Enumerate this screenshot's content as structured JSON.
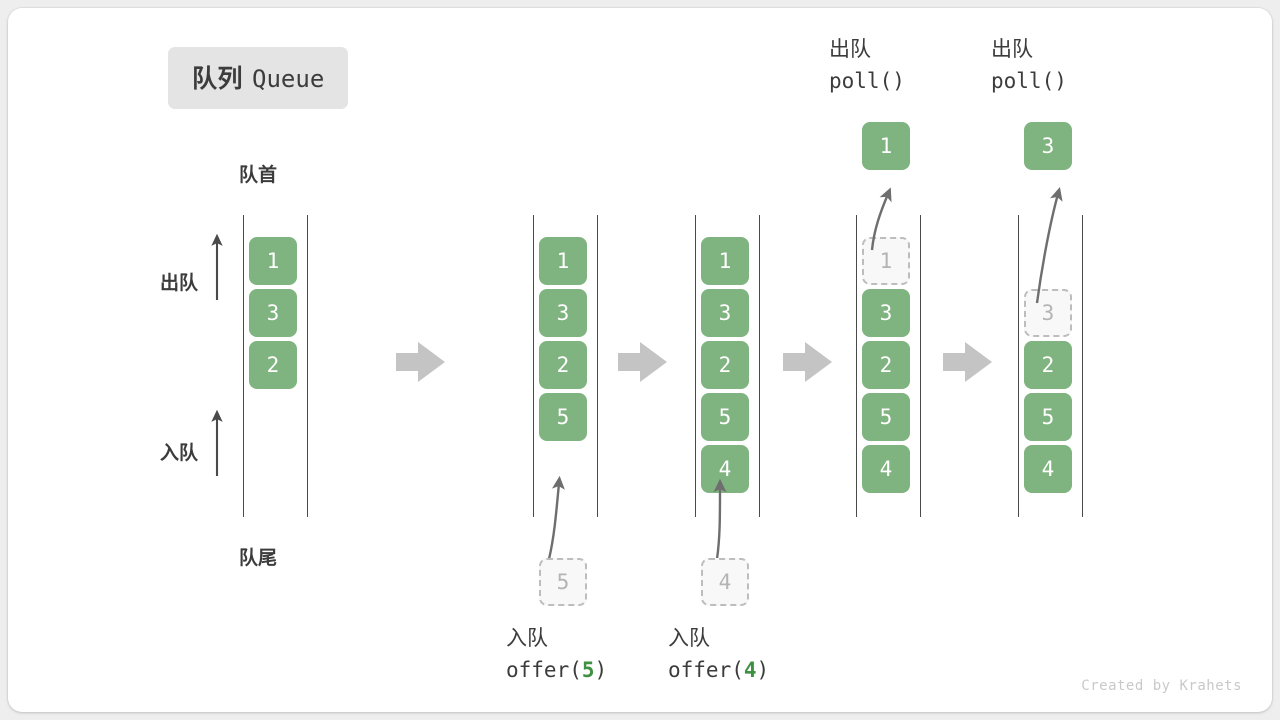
{
  "title": {
    "cn": "队列",
    "en": "Queue"
  },
  "labels": {
    "head": "队首",
    "tail": "队尾",
    "dequeue_side": "出队",
    "enqueue_side": "入队"
  },
  "credit": "Created by Krahets",
  "colors": {
    "element_fill": "#7fb37f",
    "element_text": "#ffffff",
    "ghost_fill": "#f8f8f8",
    "ghost_border": "#bdbdbd",
    "ghost_text": "#b4b4b4",
    "rail": "#4a4a4a",
    "arrow_gray": "#c4c4c4",
    "accent_code": "#3f9040",
    "text": "#3c3c3c",
    "badge_bg": "#e4e4e4",
    "card_bg": "#ffffff",
    "page_bg": "#eeeeee"
  },
  "stages": [
    {
      "name": "initial",
      "slots": [
        {
          "value": "1",
          "state": "filled"
        },
        {
          "value": "3",
          "state": "filled"
        },
        {
          "value": "2",
          "state": "filled"
        }
      ],
      "incoming": null,
      "popped": null,
      "caption": null
    },
    {
      "name": "after-offer-5",
      "slots": [
        {
          "value": "1",
          "state": "filled"
        },
        {
          "value": "3",
          "state": "filled"
        },
        {
          "value": "2",
          "state": "filled"
        },
        {
          "value": "5",
          "state": "filled"
        }
      ],
      "incoming": {
        "value": "5"
      },
      "popped": null,
      "caption": {
        "cn": "入队",
        "fn": "offer(",
        "arg": "5",
        "close": ")"
      }
    },
    {
      "name": "after-offer-4",
      "slots": [
        {
          "value": "1",
          "state": "filled"
        },
        {
          "value": "3",
          "state": "filled"
        },
        {
          "value": "2",
          "state": "filled"
        },
        {
          "value": "5",
          "state": "filled"
        },
        {
          "value": "4",
          "state": "filled"
        }
      ],
      "incoming": {
        "value": "4"
      },
      "popped": null,
      "caption": {
        "cn": "入队",
        "fn": "offer(",
        "arg": "4",
        "close": ")"
      }
    },
    {
      "name": "after-poll-1",
      "slots": [
        {
          "value": "1",
          "state": "ghost"
        },
        {
          "value": "3",
          "state": "filled"
        },
        {
          "value": "2",
          "state": "filled"
        },
        {
          "value": "5",
          "state": "filled"
        },
        {
          "value": "4",
          "state": "filled"
        }
      ],
      "incoming": null,
      "popped": {
        "value": "1"
      },
      "caption": {
        "cn": "出队",
        "fn": "poll(",
        "arg": "",
        "close": ")"
      }
    },
    {
      "name": "after-poll-3",
      "slots": [
        {
          "value": "",
          "state": "empty"
        },
        {
          "value": "3",
          "state": "ghost"
        },
        {
          "value": "2",
          "state": "filled"
        },
        {
          "value": "5",
          "state": "filled"
        },
        {
          "value": "4",
          "state": "filled"
        }
      ],
      "incoming": null,
      "popped": {
        "value": "3"
      },
      "caption": {
        "cn": "出队",
        "fn": "poll(",
        "arg": "",
        "close": ")"
      }
    }
  ]
}
